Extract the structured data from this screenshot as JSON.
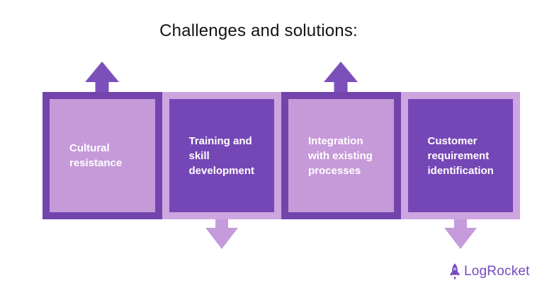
{
  "title": "Challenges and solutions:",
  "colors": {
    "dark_border": "#7244ac",
    "dark_fill": "#7547b6",
    "light_fill": "#c69ad9",
    "light_band": "#cda6e0",
    "up_arrow": "#7c50ba",
    "down_arrow": "#c59bdc",
    "title_color": "#141414",
    "logo_color": "#764abc"
  },
  "diagram": {
    "boxes": [
      {
        "label": "Cultural\nresistance",
        "style": "light-box-dark-border",
        "arrow": "up"
      },
      {
        "label": "Training and\nskill\ndevelopment",
        "style": "dark-box-light-border",
        "arrow": "down"
      },
      {
        "label": "Integration\nwith existing\nprocesses",
        "style": "light-box-dark-border",
        "arrow": "up"
      },
      {
        "label": "Customer\nrequirement\nidentification",
        "style": "dark-box-light-border",
        "arrow": "down"
      }
    ]
  },
  "footer": {
    "logo_text": "LogRocket",
    "logo_icon": "rocket-icon"
  }
}
